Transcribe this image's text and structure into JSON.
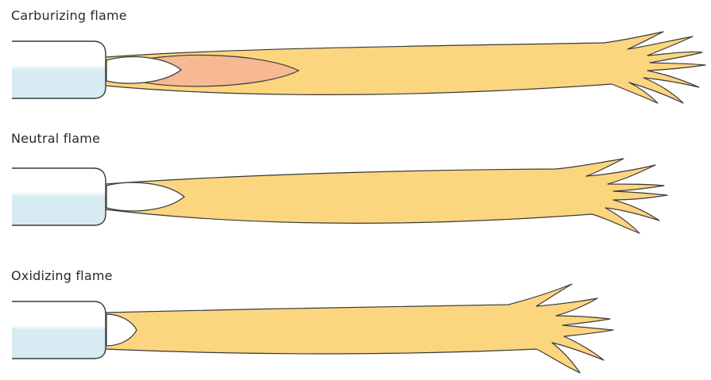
{
  "labels": {
    "carburizing": "Carburizing flame",
    "neutral": "Neutral flame",
    "oxidizing": "Oxidizing flame"
  },
  "colors": {
    "outer_flame": "#fcd57f",
    "carburizing_feather": "#f6b994",
    "inner_cone": "#ffffff",
    "nozzle_body": "#ffffff",
    "nozzle_tint": "#d6ebf2",
    "outline": "#3a3a3a"
  }
}
